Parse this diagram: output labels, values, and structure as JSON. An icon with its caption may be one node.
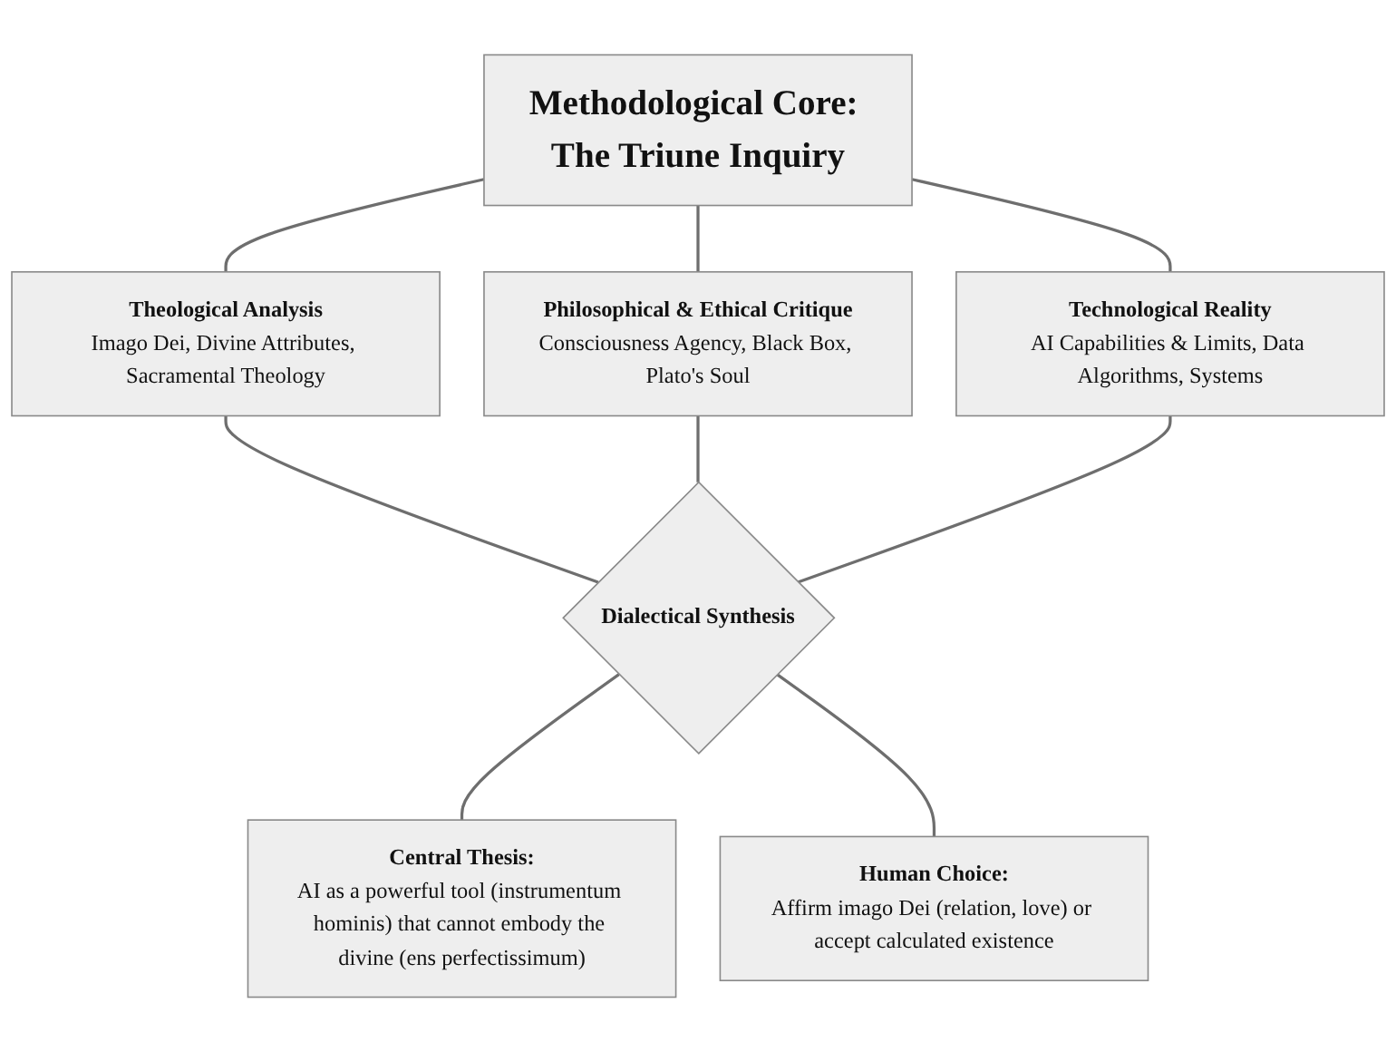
{
  "diagram": {
    "nodes": [
      {
        "text": [
          "Methodological Core: The Triune Inquiry"
        ]
      },
      {
        "text": [
          "Theological Analysis",
          "Imago Dei, Divine Attributes, Sacramental Theology"
        ]
      },
      {
        "text": [
          "Philosophical & Ethical Critique",
          "Consciousness Agency, Black Box, Plato's Soul"
        ]
      },
      {
        "text": [
          "Technological Reality",
          "AI Capabilities & Limits, Data Algorithms, Systems"
        ]
      },
      {
        "text": [
          "Dialectical Synthesis"
        ]
      },
      {
        "text": [
          "Central Thesis:",
          "AI as a powerful tool (instrumentum hominis) that cannot embody the divine (ens perfectissimum)"
        ]
      },
      {
        "text": [
          "Human Choice:",
          "Affirm imago Dei (relation, love) or accept calculated existence"
        ]
      }
    ],
    "edges": [
      {
        "from": 0,
        "to": 1,
        "arrow": "none"
      },
      {
        "from": 0,
        "to": 2,
        "arrow": "none"
      },
      {
        "from": 0,
        "to": 3,
        "arrow": "none"
      },
      {
        "from": 1,
        "to": 4,
        "arrow": "none"
      },
      {
        "from": 2,
        "to": 4,
        "arrow": "none"
      },
      {
        "from": 3,
        "to": 4,
        "arrow": "none"
      },
      {
        "from": 4,
        "to": 5,
        "arrow": "none"
      },
      {
        "from": 4,
        "to": 6,
        "arrow": "none"
      }
    ]
  }
}
